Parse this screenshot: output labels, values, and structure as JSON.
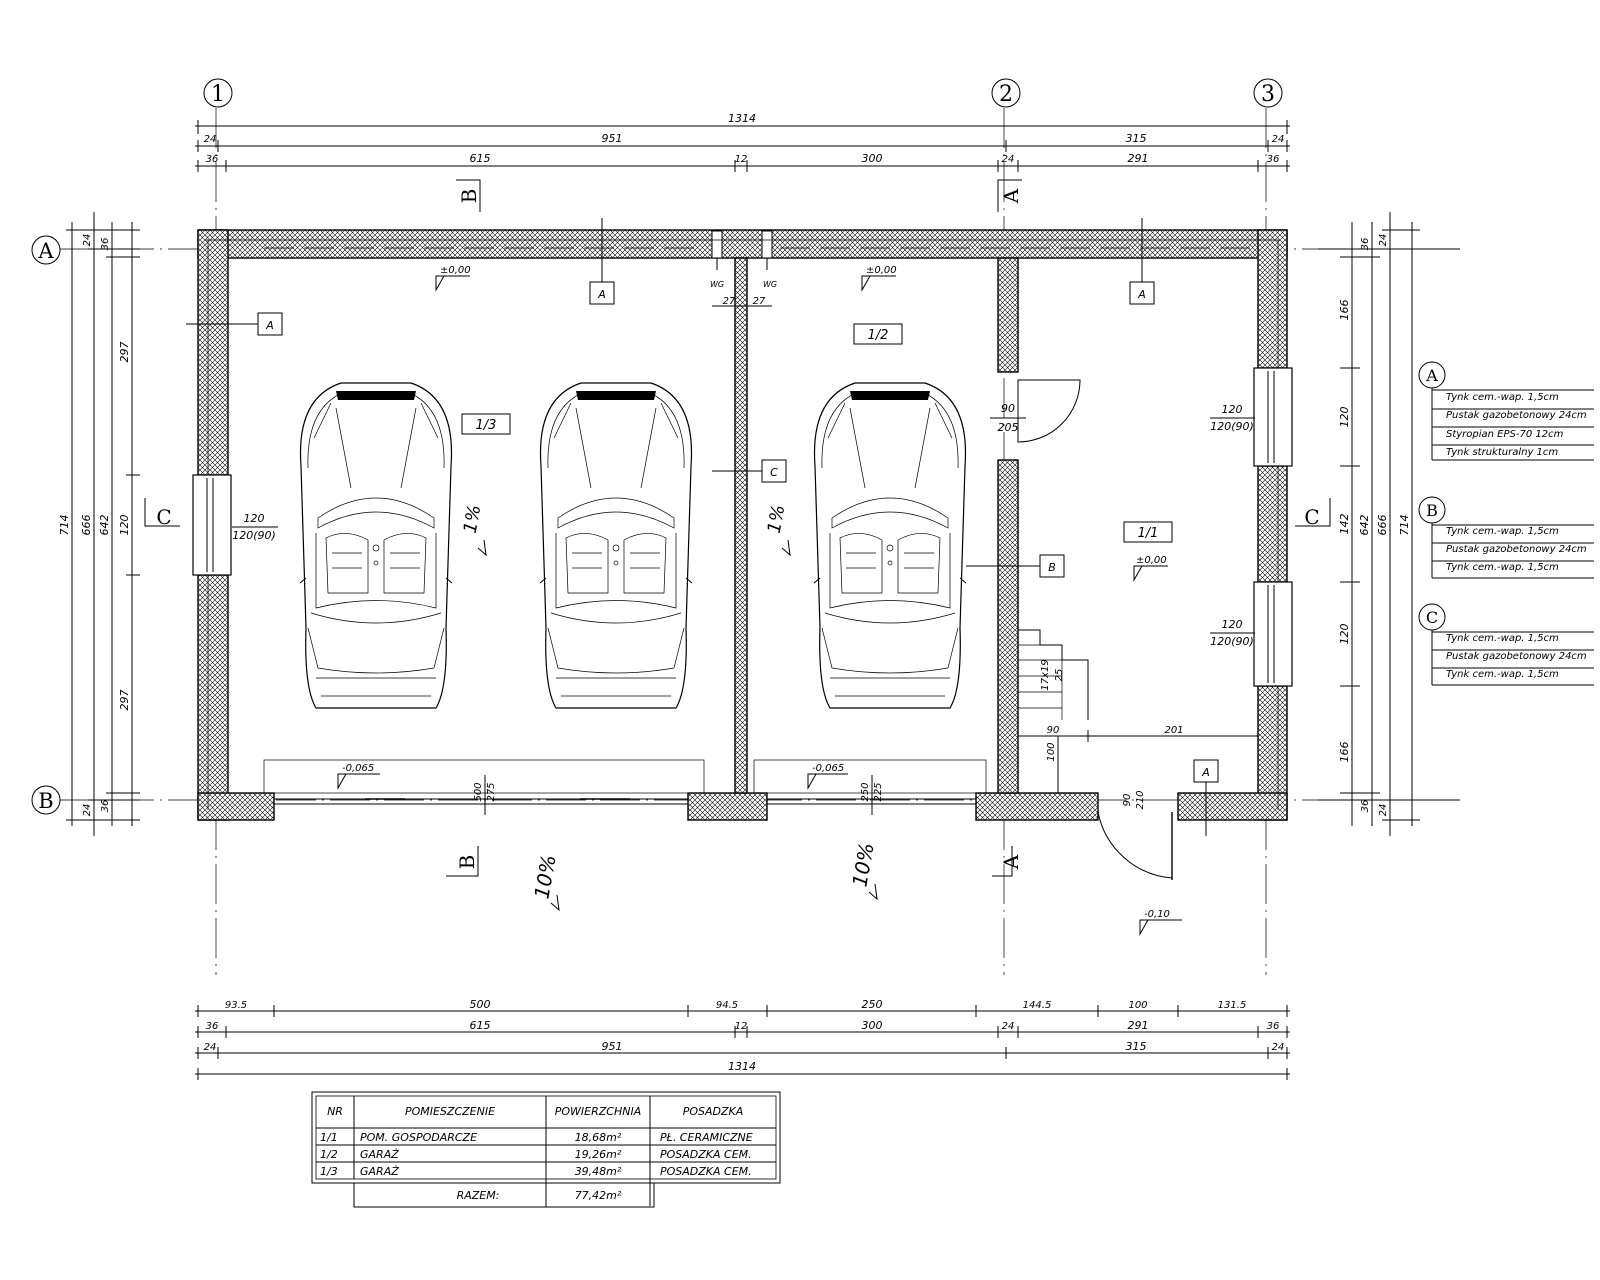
{
  "axes": {
    "columns": [
      "1",
      "2",
      "3"
    ],
    "rows": [
      "A",
      "B"
    ]
  },
  "dims_top": {
    "overall": "1314",
    "row2": [
      "24",
      "951",
      "315",
      "24"
    ],
    "row3": [
      "36",
      "615",
      "12",
      "300",
      "24",
      "291",
      "36"
    ]
  },
  "dims_bottom": {
    "row1": [
      "93.5",
      "500",
      "94.5",
      "250",
      "144.5",
      "100",
      "131.5"
    ],
    "row2": [
      "36",
      "615",
      "12",
      "300",
      "24",
      "291",
      "36"
    ],
    "row3": [
      "24",
      "951",
      "315",
      "24"
    ],
    "overall": "1314"
  },
  "dims_left": {
    "outer": "714",
    "second": "666",
    "third": "642",
    "segments": [
      "297",
      "120",
      "297"
    ],
    "top_small": [
      "24",
      "36"
    ],
    "bottom_small": [
      "24",
      "36"
    ]
  },
  "dims_right": {
    "segments": [
      "166",
      "120",
      "142",
      "120",
      "166"
    ],
    "third": "642",
    "second": "666",
    "outer": "714",
    "top_small": [
      "36",
      "24"
    ],
    "bottom_small": [
      "36",
      "24"
    ]
  },
  "rooms": {
    "r13": "1/3",
    "r12": "1/2",
    "r11": "1/1"
  },
  "levels": {
    "l1": "±0,00",
    "l2": "±0,00",
    "l3": "±0,00",
    "g1": "-0,065",
    "g2": "-0,065",
    "ext": "-0,10"
  },
  "slopes": {
    "s1": "1%",
    "s2": "1%",
    "s3": "10%",
    "s4": "10%"
  },
  "openings": {
    "win_left": [
      "120",
      "120(90)"
    ],
    "win_right1": [
      "120",
      "120(90)"
    ],
    "win_right2": [
      "120",
      "120(90)"
    ],
    "door_inner": [
      "90",
      "205"
    ],
    "door_outer": [
      "90",
      "210"
    ],
    "gate1": [
      "500",
      "275"
    ],
    "gate2": [
      "250",
      "225"
    ],
    "stairs": [
      "17x19",
      "25"
    ],
    "stair_dims": [
      "90",
      "100",
      "201"
    ],
    "vents": [
      "WG",
      "WG"
    ],
    "vent_dims": [
      "27",
      "27"
    ]
  },
  "wall_tags": {
    "A": "A",
    "B": "B",
    "C": "C"
  },
  "sections": {
    "s_left": "C",
    "s_right": "C",
    "b_top": "B",
    "b_bottom": "B",
    "a_top": "A",
    "a_bottom": "A"
  },
  "legend": {
    "A": {
      "tag": "A",
      "layers": [
        "Tynk cem.-wap. 1,5cm",
        "Pustak gazobetonowy 24cm",
        "Styropian EPS-70 12cm",
        "Tynk strukturalny 1cm"
      ]
    },
    "B": {
      "tag": "B",
      "layers": [
        "Tynk cem.-wap. 1,5cm",
        "Pustak gazobetonowy 24cm",
        "Tynk cem.-wap. 1,5cm"
      ]
    },
    "C": {
      "tag": "C",
      "layers": [
        "Tynk cem.-wap. 1,5cm",
        "Pustak gazobetonowy 24cm",
        "Tynk cem.-wap. 1,5cm"
      ]
    }
  },
  "room_table": {
    "headers": [
      "NR",
      "POMIESZCZENIE",
      "POWIERZCHNIA",
      "POSADZKA"
    ],
    "rows": [
      [
        "1/1",
        "POM. GOSPODARCZE",
        "18,68m²",
        "PŁ. CERAMICZNE"
      ],
      [
        "1/2",
        "GARAŻ",
        "19,26m²",
        "POSADZKA CEM."
      ],
      [
        "1/3",
        "GARAŻ",
        "39,48m²",
        "POSADZKA CEM."
      ]
    ],
    "total_label": "RAZEM:",
    "total_value": "77,42m²"
  }
}
